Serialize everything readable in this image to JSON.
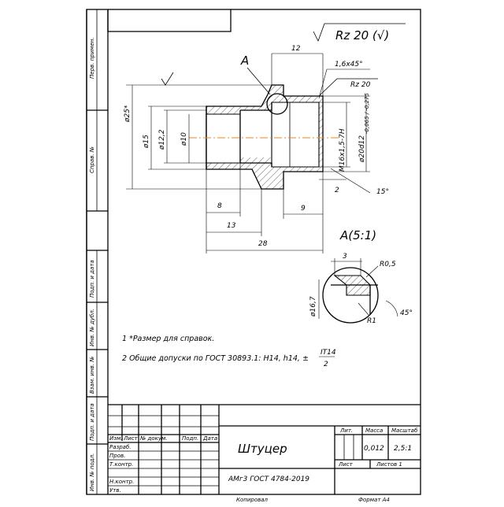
{
  "drawing": {
    "roughness_general": "Rz 20 (√)",
    "roughness_surface": "Rz 20",
    "view_label": "A",
    "detail_label": "A(5:1)",
    "dims": {
      "len_12": "12",
      "chamfer": "1,6x45°",
      "d25": "ø25*",
      "d15": "ø15",
      "d12_2": "ø12,2",
      "d10": "ø10",
      "thread": "M16x1,5-7H",
      "d20": "ø20d12",
      "d20_tol": "-0,065 / -0,275",
      "len_2": "2",
      "angle_15": "15°",
      "len_8": "8",
      "len_9": "9",
      "len_13": "13",
      "len_28": "28"
    },
    "detail_dims": {
      "len_3": "3",
      "r05": "R0,5",
      "d167": "ø16,7",
      "r1": "R1",
      "angle_45": "45°"
    },
    "notes": [
      "1  *Размер для справок.",
      "2  Общие допуски по ГОСТ 30893.1: H14, h14, ±"
    ],
    "note_frac_num": "IT14",
    "note_frac_den": "2"
  },
  "side_labels": {
    "perv_primen": "Перв. примен.",
    "sprav": "Справ. №",
    "podp_data_1": "Подп. и дата",
    "inv_dubl": "Инв. № дубл.",
    "vzam_inv": "Взам. инв. №",
    "podp_data_2": "Подп. и дата",
    "inv_podl": "Инв. № подл."
  },
  "title_block": {
    "name": "Штуцер",
    "material": "АМг3 ГОСТ 4784-2019",
    "col_lit": "Лит.",
    "col_massa": "Масса",
    "col_masshtab": "Масштаб",
    "massa": "0,012",
    "masshtab": "2,5:1",
    "list": "Лист",
    "listov": "Листов  1",
    "row_labels": [
      "Изм.",
      "Лист",
      "№ докум.",
      "Подп.",
      "Дата"
    ],
    "roles": [
      "Разраб.",
      "Пров.",
      "Т.контр.",
      "",
      "Н.контр.",
      "Утв."
    ]
  },
  "footer": {
    "kopiroval": "Копировал",
    "format": "Формат  А4"
  }
}
